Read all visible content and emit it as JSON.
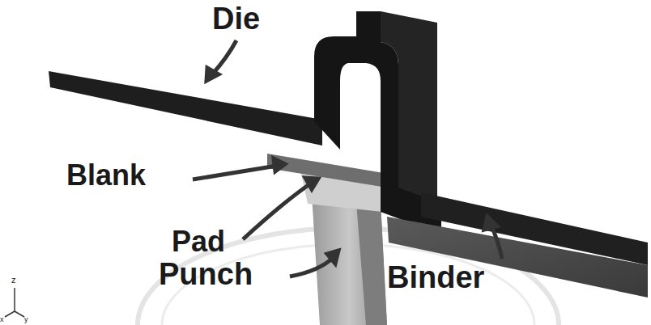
{
  "diagram": {
    "labels": [
      "Die",
      "Blank",
      "Pad",
      "Punch",
      "Binder",
      "z",
      "x",
      "y"
    ]
  }
}
